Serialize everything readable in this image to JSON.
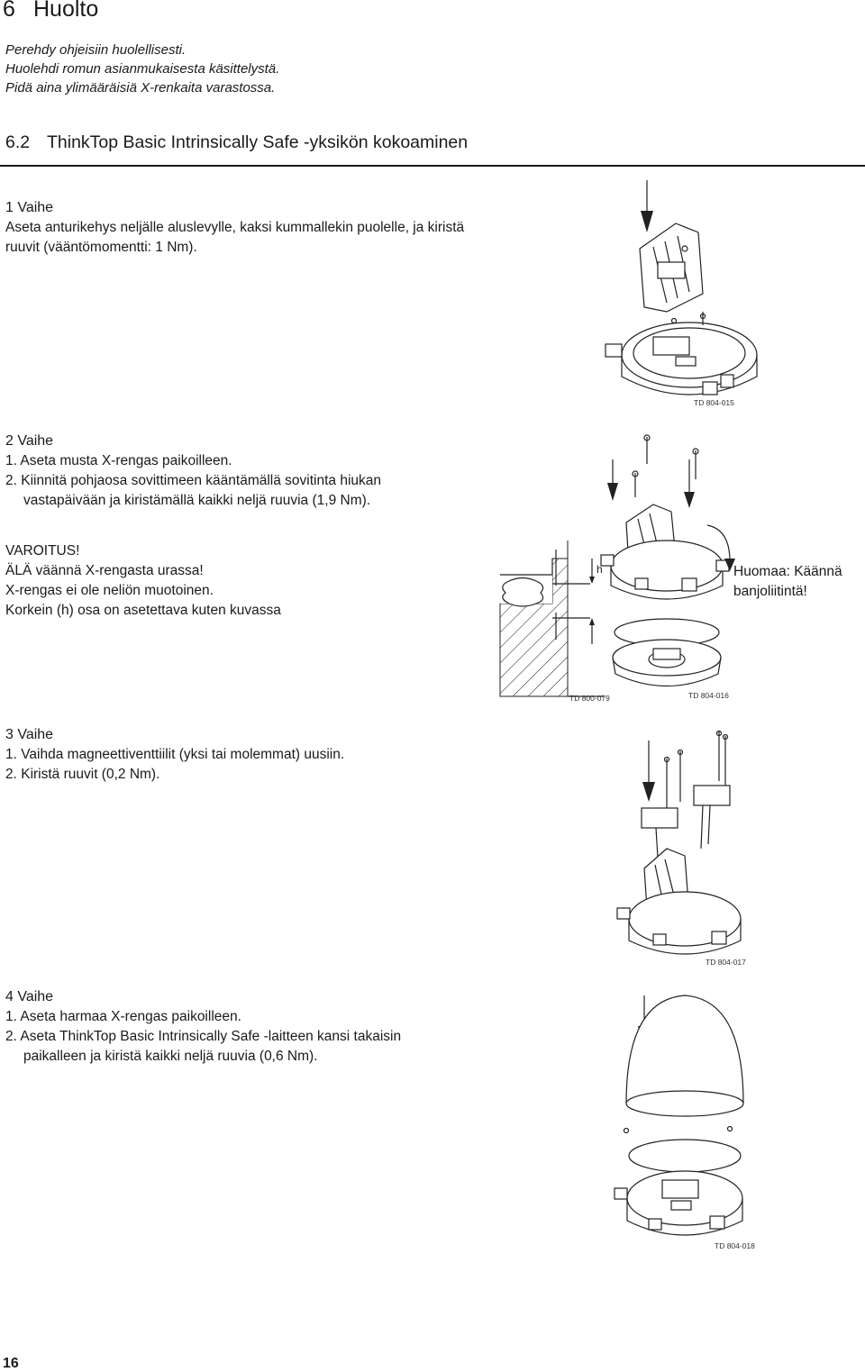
{
  "header": {
    "section_number": "6",
    "section_title": "Huolto"
  },
  "intro": [
    "Perehdy ohjeisiin huolellisesti.",
    "Huolehdi romun asianmukaisesta käsittelystä.",
    "Pidä aina ylimääräisiä X-renkaita varastossa."
  ],
  "subsection": {
    "number": "6.2",
    "title": "ThinkTop Basic Intrinsically Safe -yksikön kokoaminen"
  },
  "step1": {
    "title": "1 Vaihe",
    "text": "Aseta anturikehys neljälle aluslevylle, kaksi kummallekin puolelle, ja kiristä ruuvit (vääntömomentti: 1 Nm).",
    "figure_code": "TD 804-015"
  },
  "step2": {
    "title": "2 Vaihe",
    "items": [
      "1. Aseta musta X-rengas paikoilleen.",
      "2. Kiinnitä pohjaosa sovittimeen kääntämällä sovitinta hiukan vastapäivään ja kiristämällä kaikki neljä ruuvia (1,9 Nm)."
    ],
    "warning_title": "VAROITUS!",
    "warning_lines": [
      "ÄLÄ väännä X-rengasta urassa!",
      "X-rengas ei ole neliön muotoinen.",
      "Korkein (h) osa on asetettava kuten kuvassa"
    ],
    "h_label": "h",
    "note_label": "Huomaa:",
    "note_text": "Käännä banjoliitintä!",
    "figure_code_a": "TD 800-079",
    "figure_code_b": "TD 804-016"
  },
  "step3": {
    "title": "3 Vaihe",
    "items": [
      "1. Vaihda magneettiventtiilit (yksi tai molemmat) uusiin.",
      "2. Kiristä ruuvit (0,2 Nm)."
    ],
    "figure_code": "TD 804-017"
  },
  "step4": {
    "title": "4 Vaihe",
    "items": [
      "1. Aseta harmaa X-rengas paikoilleen.",
      "2. Aseta ThinkTop Basic Intrinsically Safe -laitteen kansi takaisin paikalleen ja kiristä kaikki neljä ruuvia (0,6 Nm)."
    ],
    "figure_code": "TD 804-018"
  },
  "page_number": "16"
}
